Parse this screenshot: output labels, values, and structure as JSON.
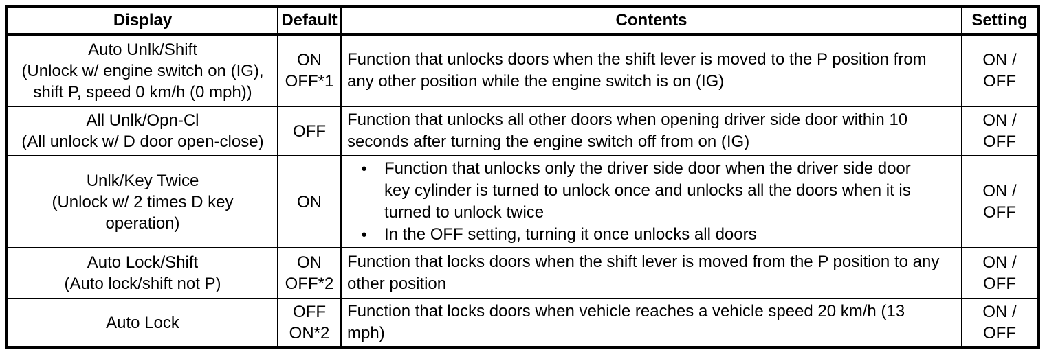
{
  "bullet_char": "●",
  "table": {
    "headers": [
      "Display",
      "Default",
      "Contents",
      "Setting"
    ],
    "rows": [
      {
        "display": [
          "Auto Unlk/Shift",
          "(Unlock w/ engine switch on (IG),",
          "shift P, speed 0 km/h (0 mph))"
        ],
        "default": [
          "ON",
          "OFF*1"
        ],
        "contents": "Function that unlocks doors when the shift lever is moved to the P position from any other position while the engine switch is on (IG)",
        "setting": [
          "ON /",
          "OFF"
        ]
      },
      {
        "display": [
          "All Unlk/Opn-Cl",
          "(All unlock w/ D door open-close)"
        ],
        "default": [
          "OFF"
        ],
        "contents": "Function that unlocks all other doors when opening driver side door within 10 seconds after turning the engine switch off from on (IG)",
        "setting": [
          "ON /",
          "OFF"
        ]
      },
      {
        "display": [
          "Unlk/Key Twice",
          "(Unlock w/ 2 times D key",
          "operation)"
        ],
        "default": [
          "ON"
        ],
        "contents_bullets": [
          "Function that unlocks only the driver side door when the driver side door key cylinder is turned to unlock once and unlocks all the doors when it is turned to unlock twice",
          "In the OFF setting, turning it once unlocks all doors"
        ],
        "setting": [
          "ON /",
          "OFF"
        ]
      },
      {
        "display": [
          "Auto Lock/Shift",
          "(Auto lock/shift not P)"
        ],
        "default": [
          "ON",
          "OFF*2"
        ],
        "contents": "Function that locks doors when the shift lever is moved from the P position to any other position",
        "setting": [
          "ON /",
          "OFF"
        ]
      },
      {
        "display": [
          "Auto Lock"
        ],
        "default": [
          "OFF",
          "ON*2"
        ],
        "contents": "Function that locks doors when vehicle reaches a vehicle speed 20 km/h (13 mph)",
        "setting": [
          "ON /",
          "OFF"
        ]
      }
    ]
  }
}
